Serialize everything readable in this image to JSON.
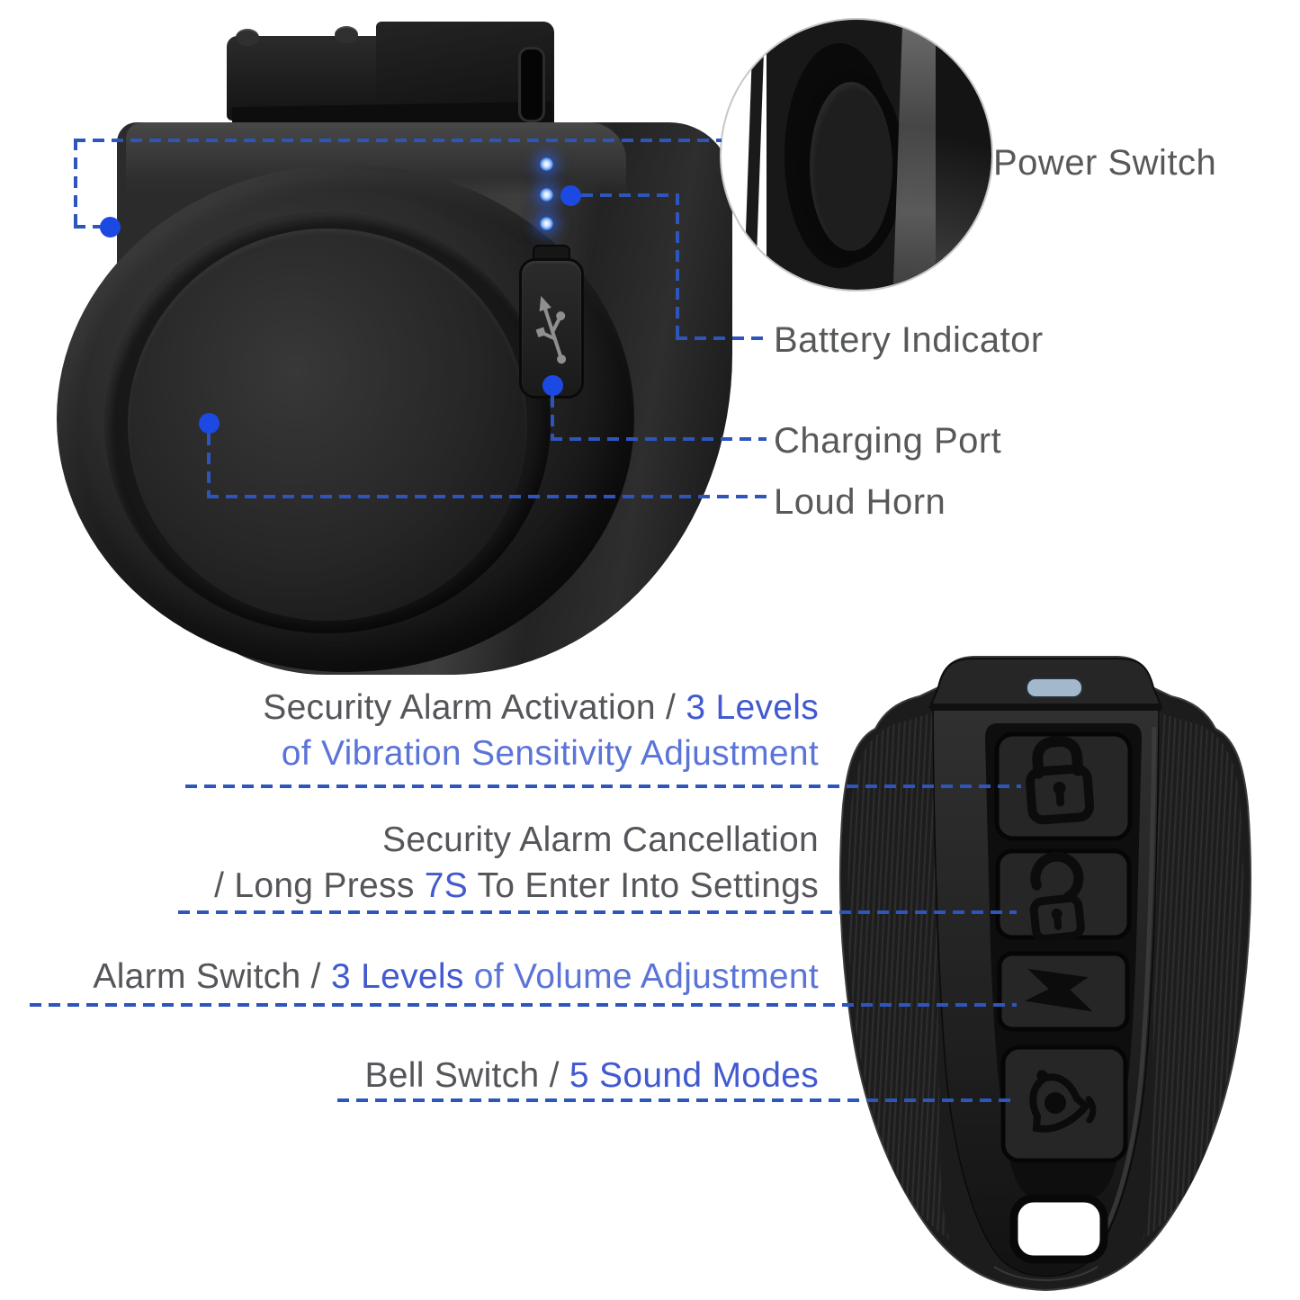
{
  "colors": {
    "leader_blue": "#2d55bb",
    "anchor_dot_blue": "#1c49e2",
    "text_gray": "#57585a",
    "text_blue": "#4259d0",
    "text_blue_light": "#5b74d8",
    "device_led_blue": "#4d8dff",
    "remote_led_pill": "#a3b9cb",
    "background": "#ffffff"
  },
  "device_labels": {
    "power_switch": "Power Switch",
    "battery_indicator": "Battery Indicator",
    "charging_port": "Charging Port",
    "loud_horn": "Loud Horn"
  },
  "features": [
    {
      "lines": [
        [
          {
            "t": "Security Alarm Activation / ",
            "c": "gray"
          },
          {
            "t": "3 Levels",
            "c": "blue"
          }
        ],
        [
          {
            "t": "of Vibration Sensitivity Adjustment",
            "c": "blue_light"
          }
        ]
      ]
    },
    {
      "lines": [
        [
          {
            "t": "Security Alarm Cancellation",
            "c": "gray"
          }
        ],
        [
          {
            "t": "/ Long Press ",
            "c": "gray"
          },
          {
            "t": "7S",
            "c": "blue"
          },
          {
            "t": " To Enter Into Settings",
            "c": "gray"
          }
        ]
      ]
    },
    {
      "lines": [
        [
          {
            "t": "Alarm Switch / ",
            "c": "gray"
          },
          {
            "t": "3 Levels",
            "c": "blue"
          },
          {
            "t": " of Volume Adjustment",
            "c": "blue_light"
          }
        ]
      ]
    },
    {
      "lines": [
        [
          {
            "t": "Bell Switch / ",
            "c": "gray"
          },
          {
            "t": "5 Sound Modes",
            "c": "blue"
          }
        ]
      ]
    }
  ],
  "icons": {
    "alarm_unit": [
      "battery-led",
      "usb-icon",
      "charging-port-cover",
      "horn-speaker",
      "power-switch-button"
    ],
    "remote": [
      "led-indicator",
      "lock-icon",
      "unlock-icon",
      "lightning-icon",
      "bell-icon",
      "keyring-hole"
    ]
  }
}
